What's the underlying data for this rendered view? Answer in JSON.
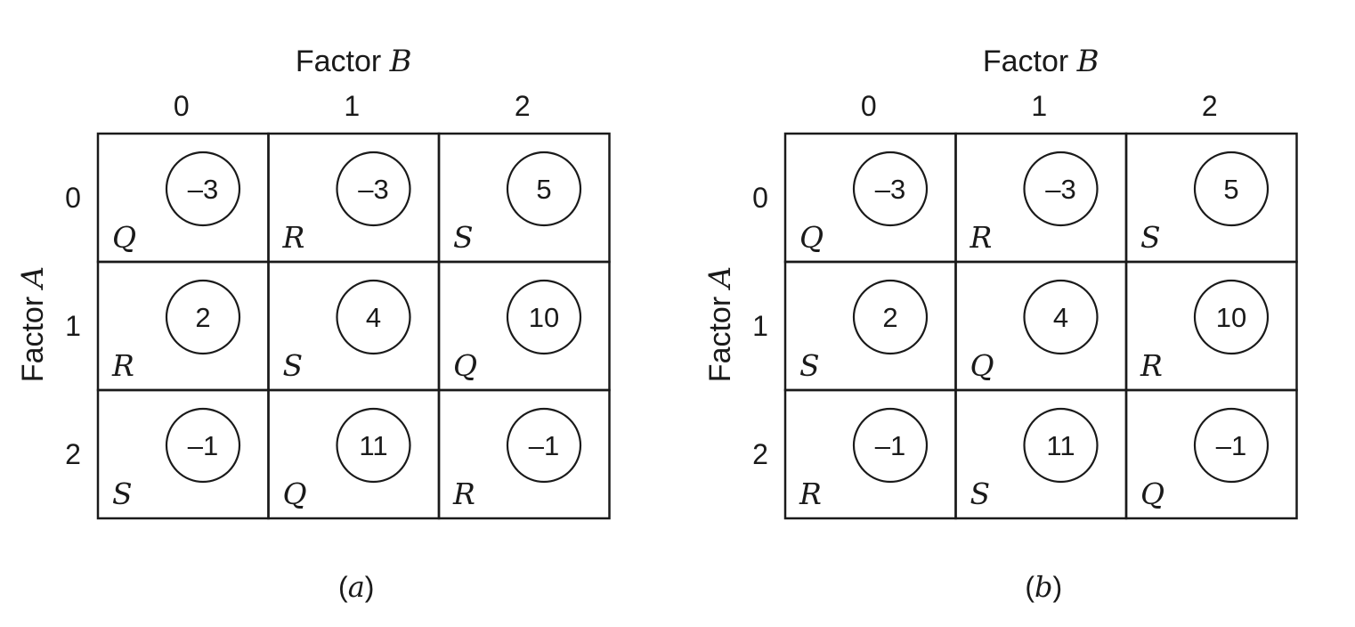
{
  "panels": [
    {
      "caption_open": "(",
      "caption_letter": "a",
      "caption_close": ")",
      "top_axis": {
        "prefix": "Factor ",
        "var": "B"
      },
      "side_axis": {
        "prefix": "Factor ",
        "var": "A"
      },
      "col_labels": [
        "0",
        "1",
        "2"
      ],
      "row_labels": [
        "0",
        "1",
        "2"
      ],
      "cells": [
        [
          {
            "letter": "Q",
            "value": "–3"
          },
          {
            "letter": "R",
            "value": "–3"
          },
          {
            "letter": "S",
            "value": "5"
          }
        ],
        [
          {
            "letter": "R",
            "value": "2"
          },
          {
            "letter": "S",
            "value": "4"
          },
          {
            "letter": "Q",
            "value": "10"
          }
        ],
        [
          {
            "letter": "S",
            "value": "–1"
          },
          {
            "letter": "Q",
            "value": "11"
          },
          {
            "letter": "R",
            "value": "–1"
          }
        ]
      ]
    },
    {
      "caption_open": "(",
      "caption_letter": "b",
      "caption_close": ")",
      "top_axis": {
        "prefix": "Factor ",
        "var": "B"
      },
      "side_axis": {
        "prefix": "Factor ",
        "var": "A"
      },
      "col_labels": [
        "0",
        "1",
        "2"
      ],
      "row_labels": [
        "0",
        "1",
        "2"
      ],
      "cells": [
        [
          {
            "letter": "Q",
            "value": "–3"
          },
          {
            "letter": "R",
            "value": "–3"
          },
          {
            "letter": "S",
            "value": "5"
          }
        ],
        [
          {
            "letter": "S",
            "value": "2"
          },
          {
            "letter": "Q",
            "value": "4"
          },
          {
            "letter": "R",
            "value": "10"
          }
        ],
        [
          {
            "letter": "R",
            "value": "–1"
          },
          {
            "letter": "S",
            "value": "11"
          },
          {
            "letter": "Q",
            "value": "–1"
          }
        ]
      ]
    }
  ]
}
